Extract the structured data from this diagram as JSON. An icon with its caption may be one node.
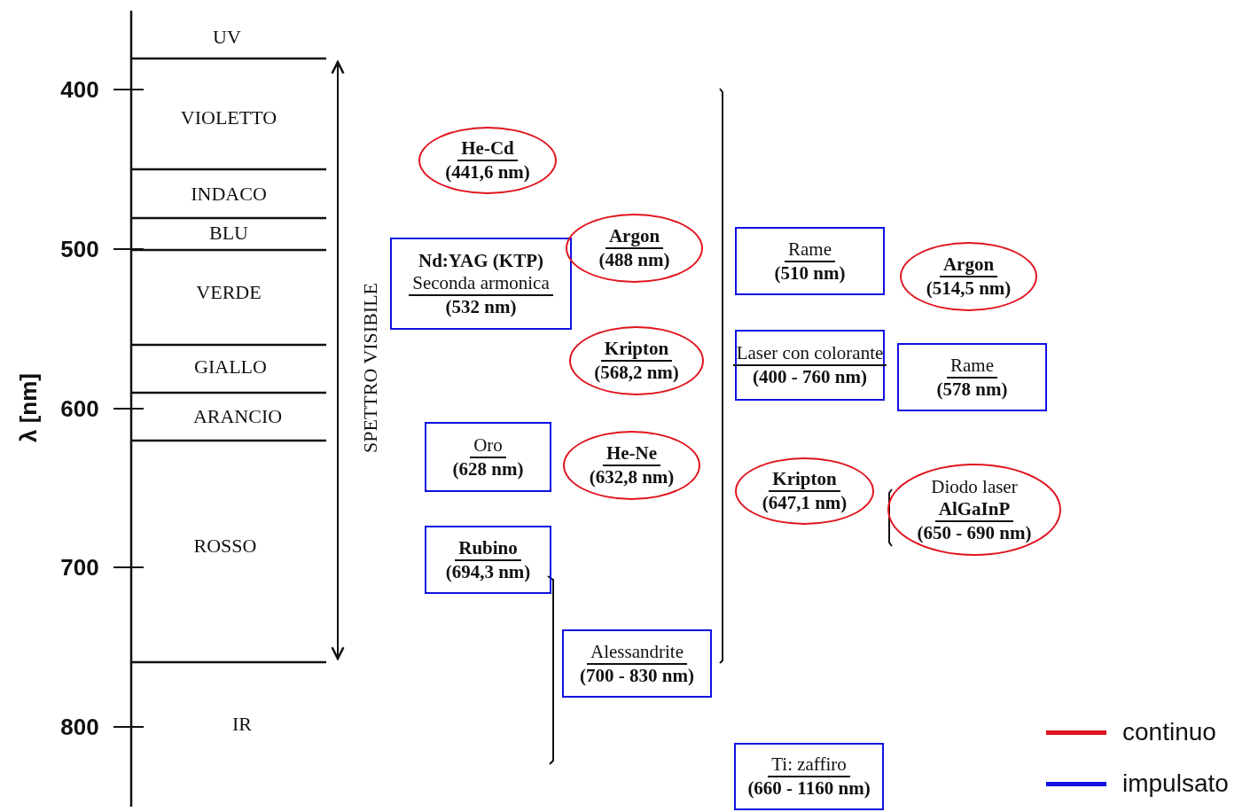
{
  "diagram": {
    "nodes": [
      {
        "text": [
          "He-Cd",
          "(441,6 nm)"
        ]
      },
      {
        "text": [
          "Nd:YAG (KTP)",
          "Seconda armonica",
          "(532 nm)"
        ]
      },
      {
        "text": [
          "Argon",
          "(488 nm)"
        ]
      },
      {
        "text": [
          "Kripton",
          "(568,2 nm)"
        ]
      },
      {
        "text": [
          "Oro",
          "(628 nm)"
        ]
      },
      {
        "text": [
          "He-Ne",
          "(632,8 nm)"
        ]
      },
      {
        "text": [
          "Rubino",
          "(694,3 nm)"
        ]
      },
      {
        "text": [
          "Alessandrite",
          "(700 - 830 nm)"
        ]
      },
      {
        "text": [
          "Rame",
          "(510 nm)"
        ]
      },
      {
        "text": [
          "Laser con colorante",
          "(400 - 760 nm)"
        ]
      },
      {
        "text": [
          "Kripton",
          "(647,1 nm)"
        ]
      },
      {
        "text": [
          "Ti: zaffiro",
          "(660 - 1160 nm)"
        ]
      },
      {
        "text": [
          "Argon",
          "(514,5 nm)"
        ]
      },
      {
        "text": [
          "Rame",
          "(578 nm)"
        ]
      },
      {
        "text": [
          "Diodo laser",
          "AlGaInP",
          "(650 - 690 nm)"
        ]
      }
    ],
    "edges": [],
    "labels": [
      "λ [nm]",
      "400",
      "500",
      "600",
      "700",
      "800",
      "UV",
      "VIOLETTO",
      "INDACO",
      "BLU",
      "VERDE",
      "GIALLO",
      "ARANCIO",
      "ROSSO",
      "IR",
      "SPETTRO VISIBILE"
    ],
    "legend": [
      {
        "text": "continuo",
        "color": "#e0141e"
      },
      {
        "text": "impulsato",
        "color": "#1010e0"
      }
    ]
  }
}
